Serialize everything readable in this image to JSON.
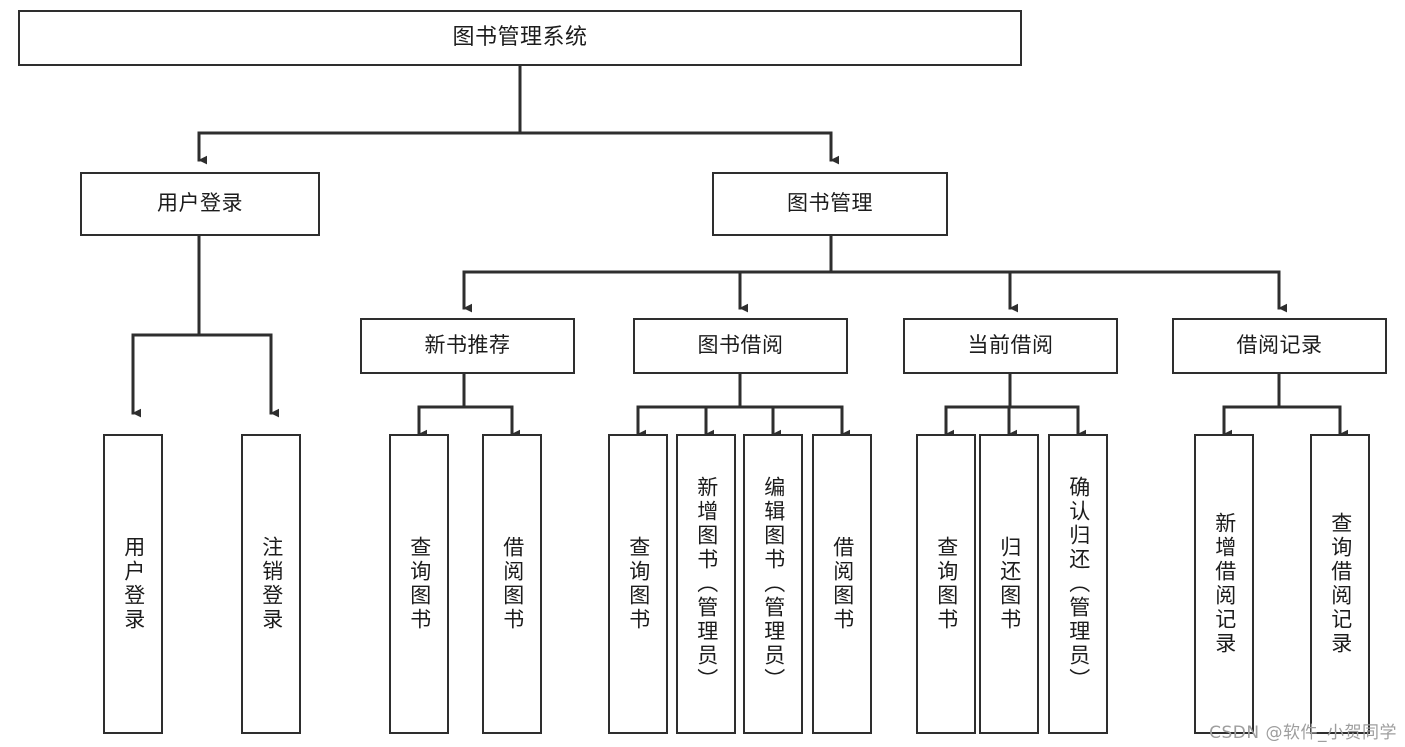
{
  "diagram": {
    "title": "图书管理系统",
    "type": "hierarchy-tree",
    "colors": {
      "background": "#ffffff",
      "border": "#2e2e2e",
      "text": "#1c1c1c",
      "connector": "#2e2e2e",
      "watermark": "#9e9e9e"
    },
    "root": {
      "label": "图书管理系统"
    },
    "level1": [
      {
        "label": "用户登录"
      },
      {
        "label": "图书管理"
      }
    ],
    "level2": [
      {
        "label": "新书推荐"
      },
      {
        "label": "图书借阅"
      },
      {
        "label": "当前借阅"
      },
      {
        "label": "借阅记录"
      }
    ],
    "leaves": {
      "user_login": [
        {
          "label": "用户登录"
        },
        {
          "label": "注销登录"
        }
      ],
      "new_book_recommend": [
        {
          "label": "查询图书"
        },
        {
          "label": "借阅图书"
        }
      ],
      "book_borrow": [
        {
          "label": "查询图书"
        },
        {
          "label": "新增图书（管理员）"
        },
        {
          "label": "编辑图书（管理员）"
        },
        {
          "label": "借阅图书"
        }
      ],
      "current_borrow": [
        {
          "label": "查询图书"
        },
        {
          "label": "归还图书"
        },
        {
          "label": "确认归还（管理员）"
        }
      ],
      "borrow_record": [
        {
          "label": "新增借阅记录"
        },
        {
          "label": "查询借阅记录"
        }
      ]
    },
    "watermark": "CSDN @软件_小贺同学"
  }
}
